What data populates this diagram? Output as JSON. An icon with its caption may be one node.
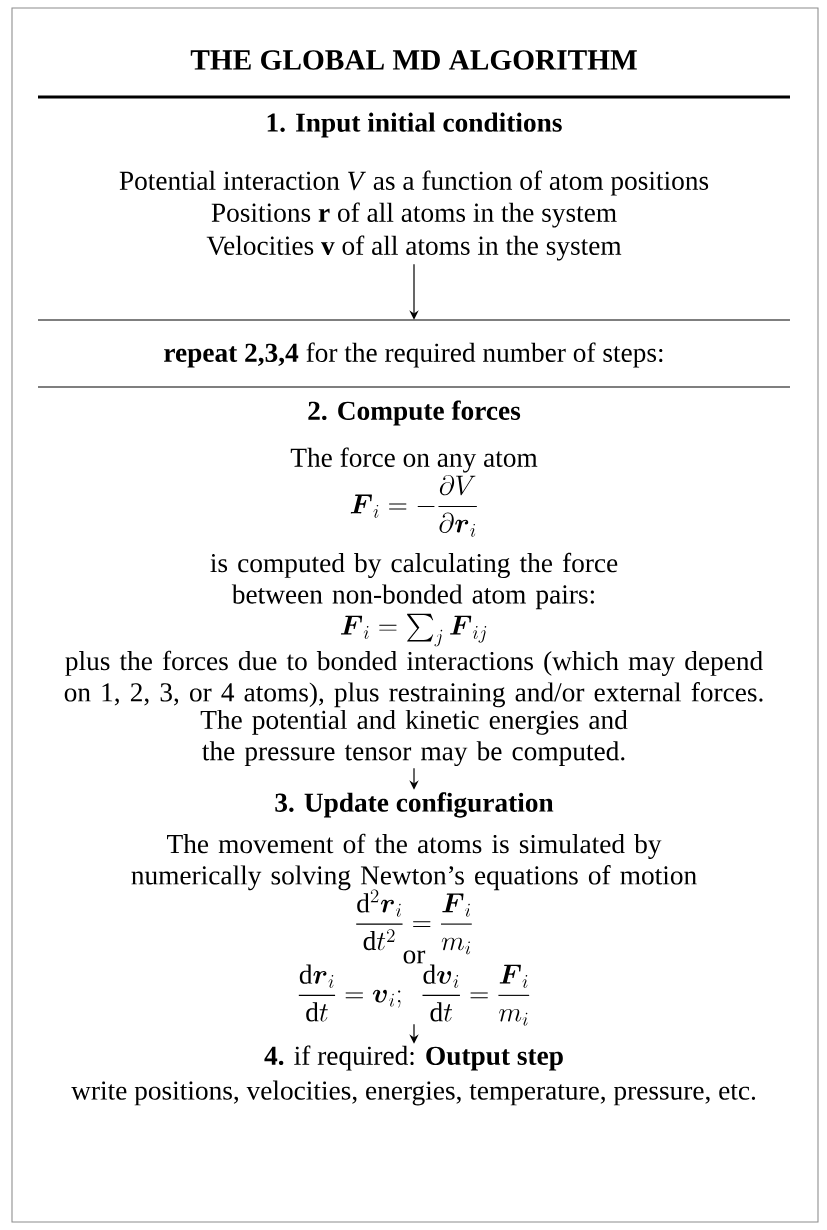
{
  "diagram": {
    "title": "THE GLOBAL MD ALGORITHM",
    "nodes": [
      {
        "text": [
          "1. Input initial conditions",
          "Potential interaction *V* as a function of atom positions",
          "Positions **r** of all atoms in the system",
          "Velocities **v** of all atoms in the system"
        ]
      },
      {
        "text": [
          "**repeat 2,3,4** for the required number of steps:"
        ]
      },
      {
        "text": [
          "2. Compute forces",
          "The force on any atom",
          "\\boldsymbol{F}_i = -\\frac{\\partial V}{\\partial \\boldsymbol{r}_i}",
          "is computed by calculating the force between non-bonded atom pairs:",
          "\\boldsymbol{F}_i = \\sum_j \\boldsymbol{F}_{ij}",
          "plus the forces due to bonded interactions (which may depend on 1, 2, 3, or 4 atoms), plus restraining and/or external forces.",
          "The potential and kinetic energies and the pressure tensor may be computed."
        ]
      },
      {
        "text": [
          "3. Update configuration",
          "The movement of the atoms is simulated by numerically solving Newton’s equations of motion",
          "\\frac{\\mathrm{d}^2\\boldsymbol{r}_i}{\\mathrm{d}t^2} = \\frac{\\boldsymbol{F}_i}{m_i}",
          "or",
          "\\frac{\\mathrm{d}\\boldsymbol{r}_i}{\\mathrm{d}t} = \\boldsymbol{v}_i;\\ \\ \\frac{\\mathrm{d}\\boldsymbol{v}_i}{\\mathrm{d}t} = \\frac{\\boldsymbol{F}_i}{m_i}"
        ]
      },
      {
        "text": [
          "**4.** if required: **Output step**",
          "write positions, velocities, energies, temperature, pressure, etc."
        ]
      }
    ],
    "edges": [
      {
        "from": 0,
        "to": 1,
        "arrow": "to"
      },
      {
        "from": 2,
        "to": 3,
        "arrow": "to"
      },
      {
        "from": 3,
        "to": 4,
        "arrow": "to"
      }
    ]
  }
}
